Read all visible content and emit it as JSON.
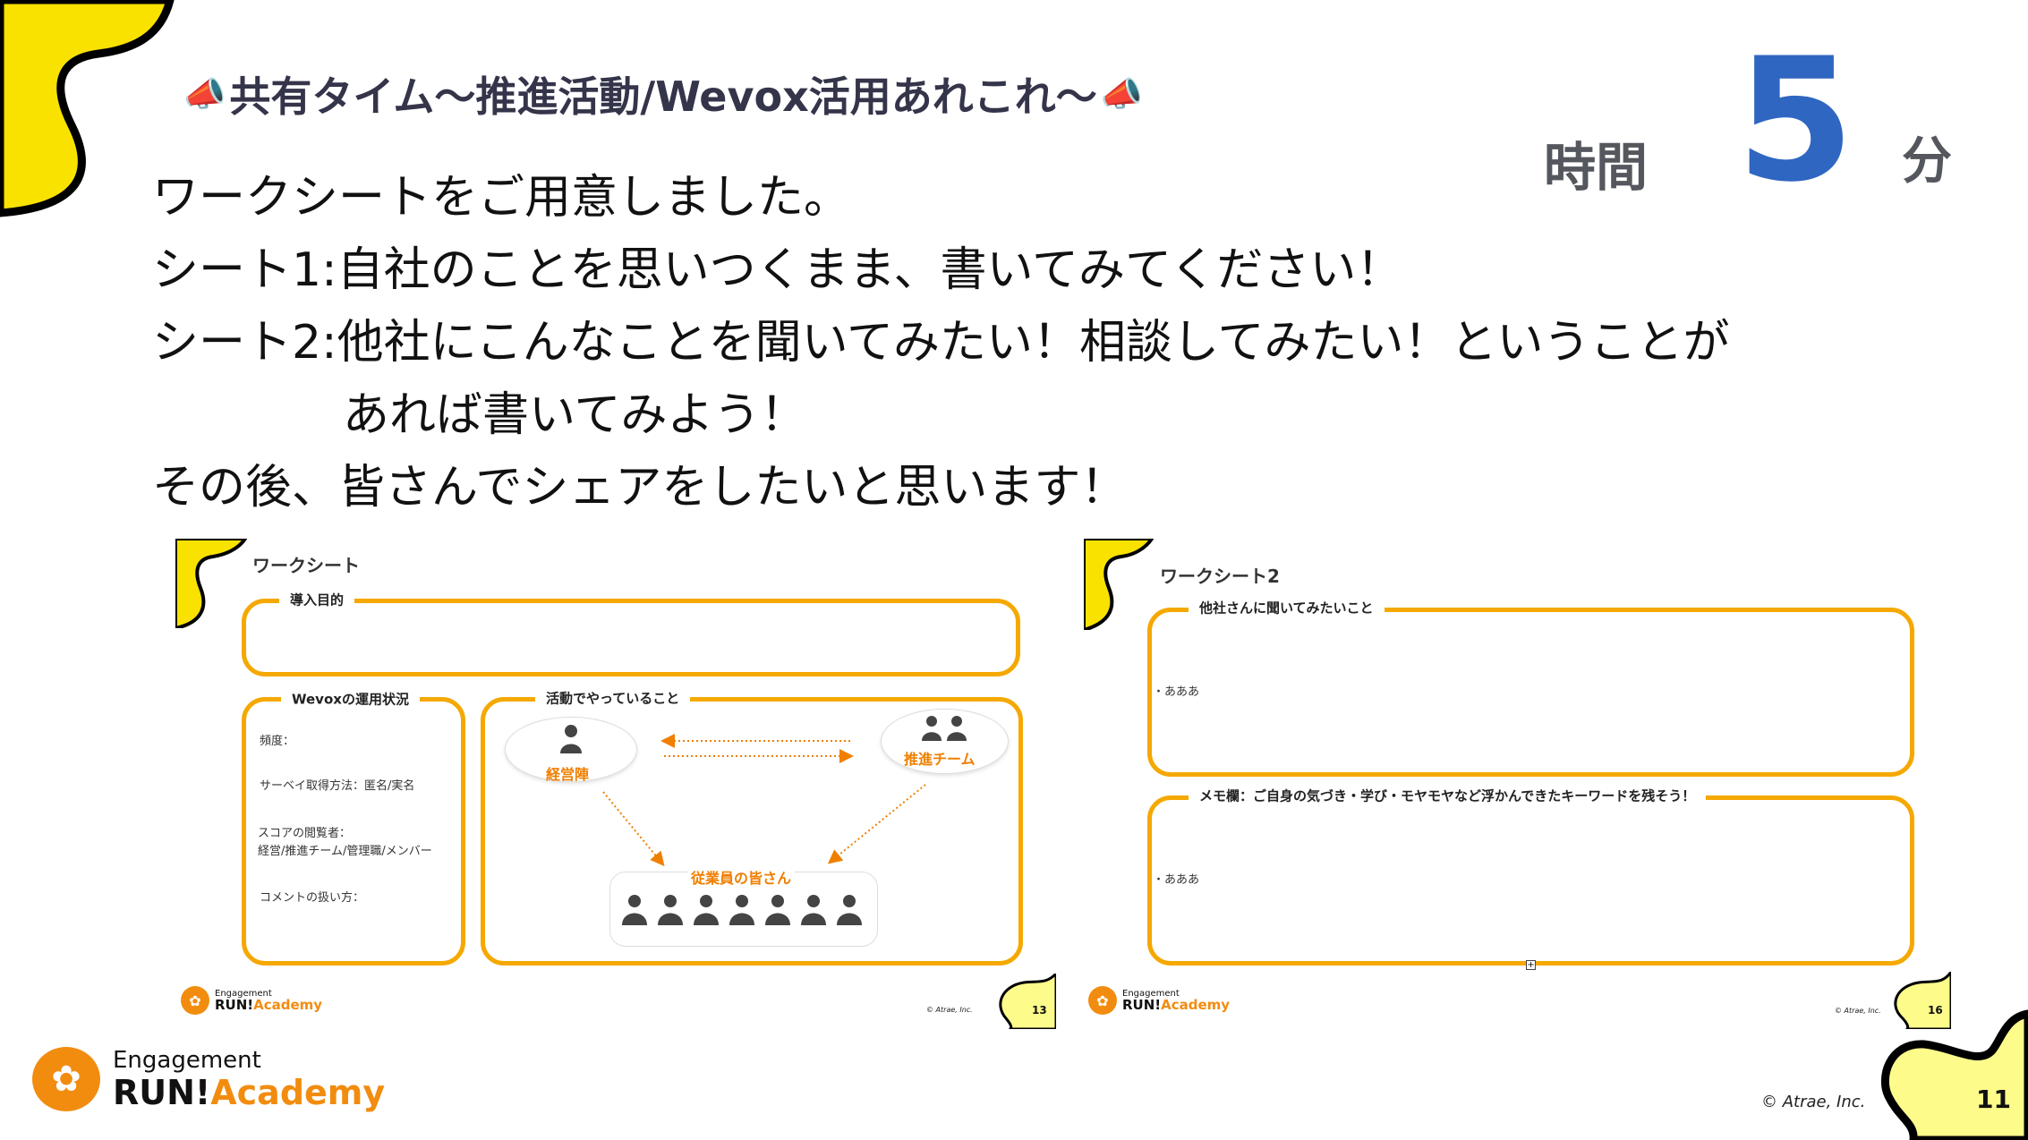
{
  "header": {
    "title": "共有タイム〜推進活動/Wevox活用あれこれ〜",
    "title_icon": "megaphone-icon"
  },
  "timer": {
    "label": "時間",
    "value": "5",
    "unit": "分"
  },
  "instructions": [
    "ワークシートをご用意しました。",
    "シート1:自社のことを思いつくまま、書いてみてください！",
    "シート2:他社にこんなことを聞いてみたい！相談してみたい！ということが",
    "あれば書いてみよう！",
    "その後、皆さんでシェアをしたいと思います！"
  ],
  "worksheet1": {
    "title": "ワークシート",
    "purpose_label": "導入目的",
    "wevox_label": "Wevoxの運用状況",
    "wevox_items": [
      "頻度：",
      "サーベイ取得方法：匿名/実名",
      "スコアの閲覧者：",
      "経営/推進チーム/管理職/メンバー",
      "コメントの扱い方："
    ],
    "activity_label": "活動でやっていること",
    "management": "経営陣",
    "promo_team": "推進チーム",
    "employees": "従業員の皆さん",
    "copyright": "© Atrae, Inc.",
    "page": "13"
  },
  "worksheet2": {
    "title": "ワークシート2",
    "ask_label": "他社さんに聞いてみたいこと",
    "ask_text": "・あああ",
    "memo_label": "メモ欄：ご自身の気づき・学び・モヤモヤなど浮かんできたキーワードを残そう！",
    "memo_text": "・あああ",
    "copyright": "© Atrae, Inc.",
    "page": "16"
  },
  "logo": {
    "line1": "Engagement",
    "run": "RUN!",
    "academy": "Academy"
  },
  "footer": {
    "copyright": "© Atrae, Inc.",
    "page": "11"
  },
  "colors": {
    "accent_orange": "#f5a800",
    "brand_orange": "#f28c0f",
    "timer_blue": "#2f66c1",
    "blob_yellow": "#f9e200",
    "blob_light": "#fdfb8a"
  }
}
